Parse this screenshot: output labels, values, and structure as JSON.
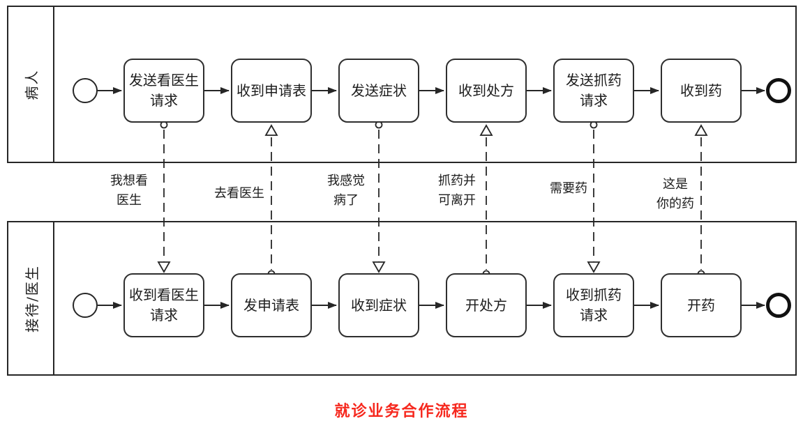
{
  "title": {
    "text": "就诊业务合作流程",
    "color": "#f6281e"
  },
  "colors": {
    "stroke": "#262626",
    "background": "#ffffff"
  },
  "pools": [
    {
      "label": "病人",
      "tasks": [
        {
          "label": "发送看医生\n请求",
          "message_marker": "send"
        },
        {
          "label": "收到申请表",
          "message_marker": "receive"
        },
        {
          "label": "发送症状",
          "message_marker": "send"
        },
        {
          "label": "收到处方",
          "message_marker": "receive"
        },
        {
          "label": "发送抓药\n请求",
          "message_marker": "send"
        },
        {
          "label": "收到药",
          "message_marker": "receive"
        }
      ]
    },
    {
      "label": "接待/医生",
      "tasks": [
        {
          "label": "收到看医生\n请求",
          "message_marker": "receive"
        },
        {
          "label": "发申请表",
          "message_marker": "send"
        },
        {
          "label": "收到症状",
          "message_marker": "receive"
        },
        {
          "label": "开处方",
          "message_marker": "send"
        },
        {
          "label": "收到抓药\n请求",
          "message_marker": "receive"
        },
        {
          "label": "开药",
          "message_marker": "send"
        }
      ]
    }
  ],
  "messages": [
    {
      "label": "我想看\n医生",
      "direction": "down"
    },
    {
      "label": "去看医生",
      "direction": "up"
    },
    {
      "label": "我感觉\n病了",
      "direction": "down"
    },
    {
      "label": "抓药并\n可离开",
      "direction": "up"
    },
    {
      "label": "需要药",
      "direction": "down"
    },
    {
      "label": "这是\n你的药",
      "direction": "up"
    }
  ],
  "icons": {
    "start_event": "start-event-circle",
    "end_event": "end-event-circle",
    "message_send": "message-source-circle",
    "message_receive": "open-triangle-arrowhead"
  }
}
